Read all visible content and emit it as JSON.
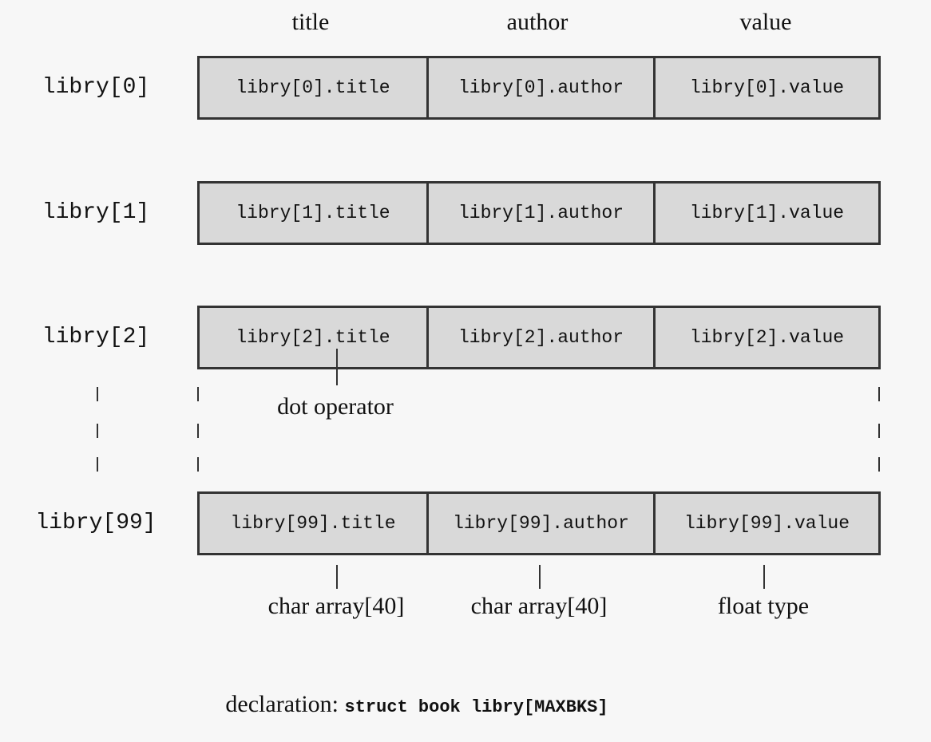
{
  "column_headers": {
    "title": "title",
    "author": "author",
    "value": "value"
  },
  "rows": [
    {
      "label": "libry[0]",
      "title": "libry[0].title",
      "author": "libry[0].author",
      "value": "libry[0].value"
    },
    {
      "label": "libry[1]",
      "title": "libry[1].title",
      "author": "libry[1].author",
      "value": "libry[1].value"
    },
    {
      "label": "libry[2]",
      "title": "libry[2].title",
      "author": "libry[2].author",
      "value": "libry[2].value"
    },
    {
      "label": "libry[99]",
      "title": "libry[99].title",
      "author": "libry[99].author",
      "value": "libry[99].value"
    }
  ],
  "annotations": {
    "dot_operator": "dot operator",
    "title_type": "char array[40]",
    "author_type": "char array[40]",
    "value_type": "float type"
  },
  "declaration": {
    "prefix": "declaration:",
    "code": "struct book libry[MAXBKS]"
  }
}
